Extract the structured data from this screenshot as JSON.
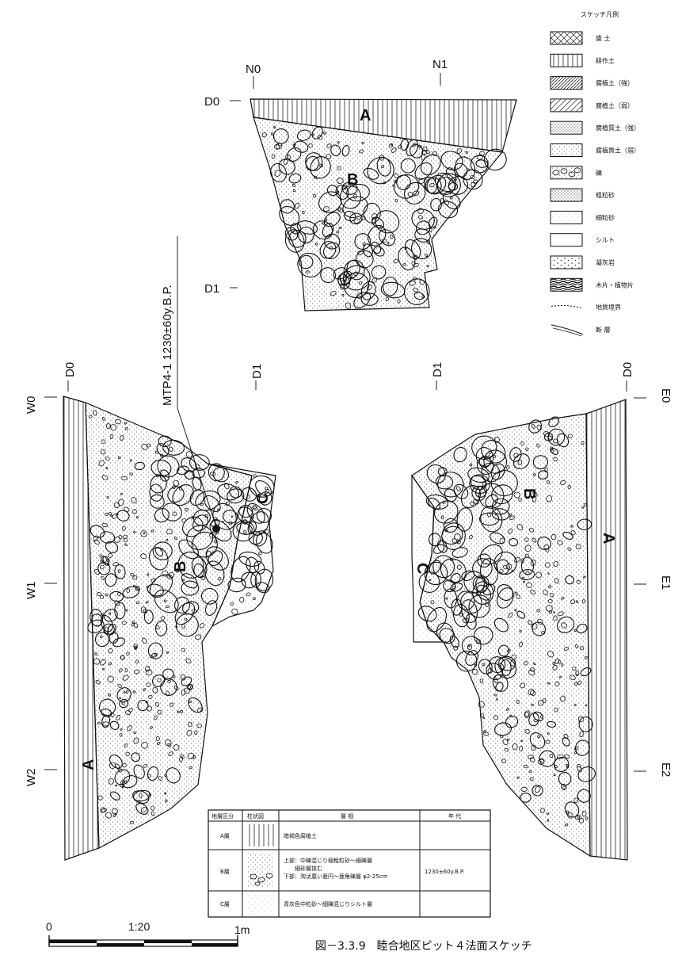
{
  "legend": {
    "title": "スケッチ凡例",
    "items": [
      {
        "label": "盛 土",
        "pattern": "crosshatch"
      },
      {
        "label": "耕作土",
        "pattern": "vertical"
      },
      {
        "label": "腐植土（強）",
        "pattern": "dense-diag"
      },
      {
        "label": "腐植土（弱）",
        "pattern": "sparse-diag"
      },
      {
        "label": "腐植質土（強）",
        "pattern": "dense-dots"
      },
      {
        "label": "腐植質土（弱）",
        "pattern": "sparse-dots"
      },
      {
        "label": "礫",
        "pattern": "gravel"
      },
      {
        "label": "粗粒砂",
        "pattern": "coarse-sand"
      },
      {
        "label": "細粒砂",
        "pattern": "fine-sand"
      },
      {
        "label": "シルト",
        "pattern": "blank"
      },
      {
        "label": "凝灰岩",
        "pattern": "tuff"
      },
      {
        "label": "木片・植物片",
        "pattern": "wood"
      },
      {
        "label": "地質境界",
        "pattern": "dashed-line"
      },
      {
        "label": "断 層",
        "pattern": "fault-line"
      }
    ]
  },
  "north_wall": {
    "top_labels": [
      "N0",
      "N1"
    ],
    "side_labels": [
      "D0",
      "D1"
    ],
    "layers": [
      "A",
      "B"
    ]
  },
  "west_wall": {
    "top_labels": [
      "D0",
      "D1"
    ],
    "side_labels": [
      "W0",
      "W1",
      "W2"
    ],
    "layers": [
      "A",
      "B",
      "C"
    ]
  },
  "east_wall": {
    "top_labels": [
      "D1",
      "D0"
    ],
    "side_labels": [
      "E0",
      "E1",
      "E2"
    ],
    "layers": [
      "A",
      "B",
      "C"
    ]
  },
  "sample": {
    "label": "MTP4-1 1230±60y.B.P."
  },
  "table": {
    "headers": [
      "地層区分",
      "柱状図",
      "層 相",
      "年 代"
    ],
    "rows": [
      {
        "unit": "A層",
        "description": "暗褐色腐植土",
        "age": ""
      },
      {
        "unit": "B層",
        "description": "上部：中礫混じり極粗粒砂～細礫層　細砂層挟む　下部：淘汰悪い亜円～亜角礫層 φ2-25cm",
        "age": "1230±60y.B.P."
      },
      {
        "unit": "C層",
        "description": "青灰色中粒砂～細礫混じりシルト層",
        "age": ""
      }
    ]
  },
  "scale": {
    "start": "0",
    "mid": "1:20",
    "end": "1m"
  },
  "caption": "図－3.3.9　睦合地区ピット４法面スケッチ"
}
